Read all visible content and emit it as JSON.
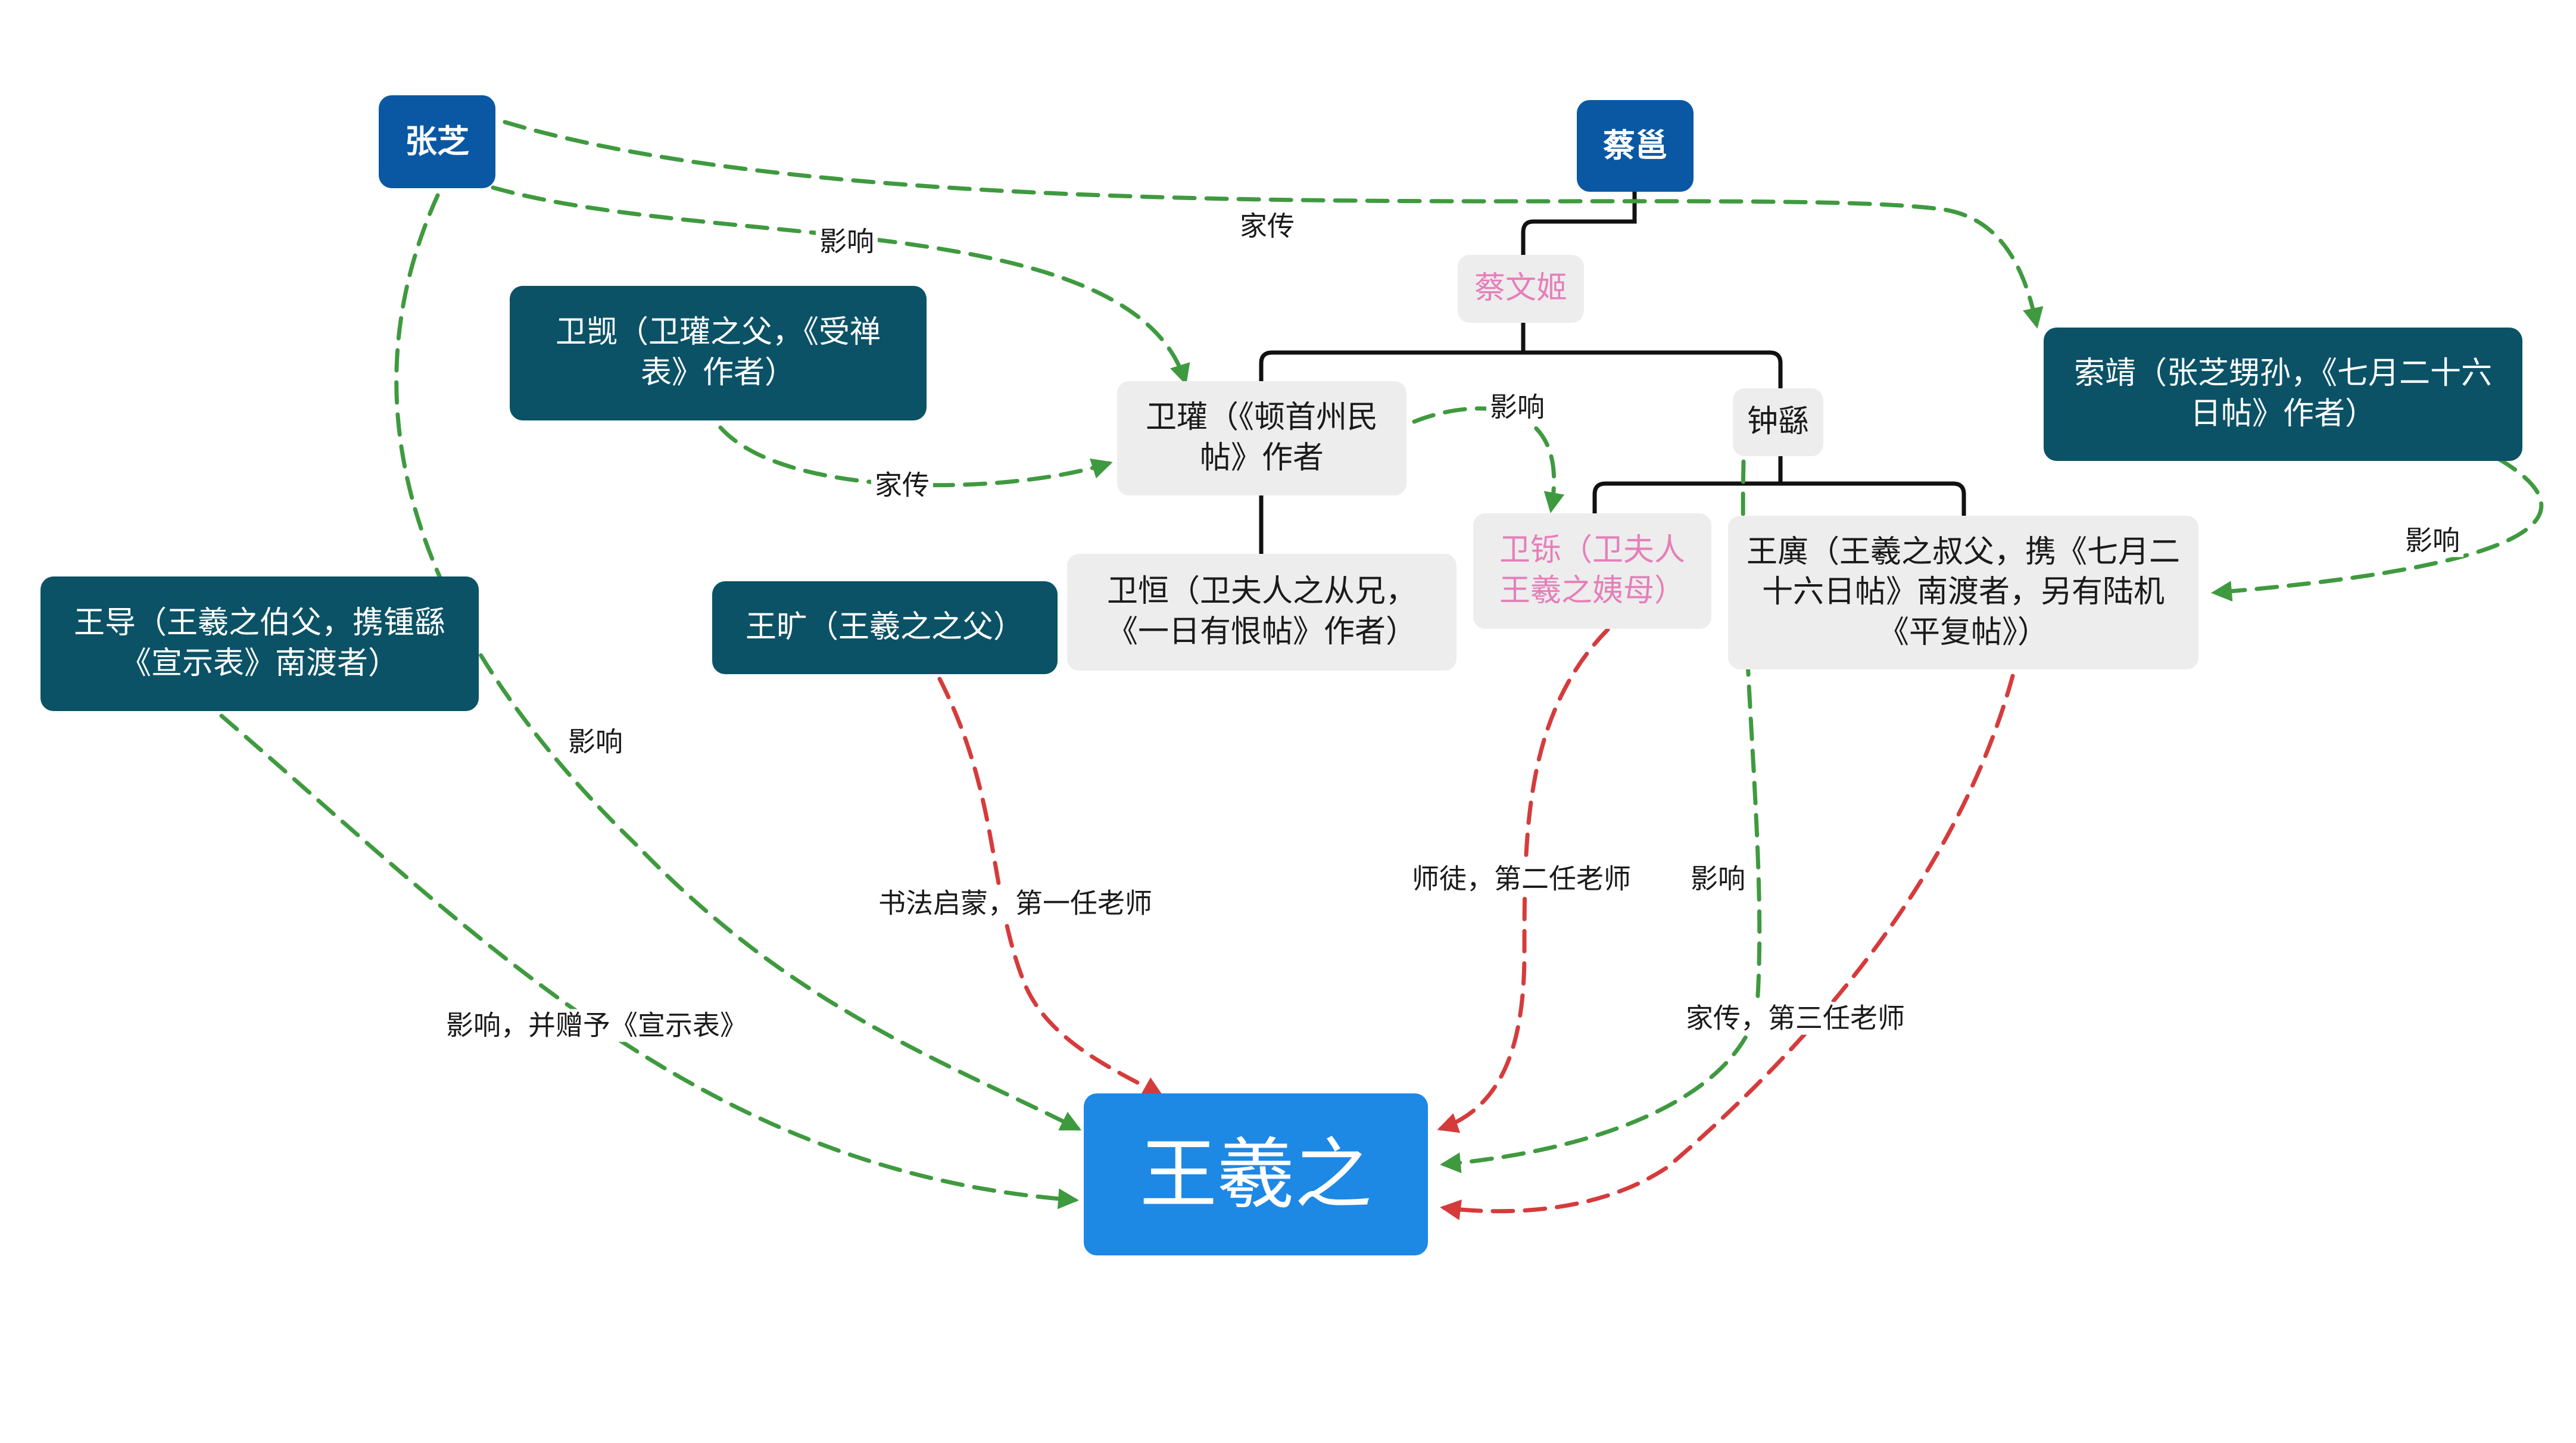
{
  "nodes": {
    "zhangzhi": "张芝",
    "caiyong": "蔡邕",
    "caiwenji": "蔡文姬",
    "weiyi": "卫觊（卫瓘之父，《受禅表》作者）",
    "weiguan": "卫瓘（《顿首州民帖》作者",
    "zhongyao": "钟繇",
    "suojing": "索靖（张芝甥孙，《七月二十六日帖》作者）",
    "wangdao": "王导（王羲之伯父，携锺繇《宣示表》南渡者）",
    "wangkuang": "王旷（王羲之之父）",
    "weiheng": "卫恒（卫夫人之从兄，《一日有恨帖》作者）",
    "weishuo": "卫铄（卫夫人王羲之姨母）",
    "wangyi": "王廙（王羲之叔父，携《七月二十六日帖》南渡者，另有陆机《平复帖》）",
    "wangxizhi": "王羲之"
  },
  "edge_labels": {
    "zhangzhi_suojing": "家传",
    "zhangzhi_weiguan": "影响",
    "weiyi_weiguan": "家传",
    "weiguan_weishuo": "影响",
    "suojing_wangyi": "影响",
    "zhangzhi_wangxizhi": "影响",
    "wangkuang_wangxizhi": "书法启蒙，第一任老师",
    "weishuo_wangxizhi": "师徒，第二任老师",
    "zhongyao_wangxizhi": "影响",
    "wangyi_wangxizhi": "家传，第三任老师",
    "wangdao_wangxizhi": "影响，并赠予《宣示表》"
  },
  "colors": {
    "green_edge": "#3f9a3f",
    "red_edge": "#d63b3b",
    "tree_line": "#111111"
  }
}
